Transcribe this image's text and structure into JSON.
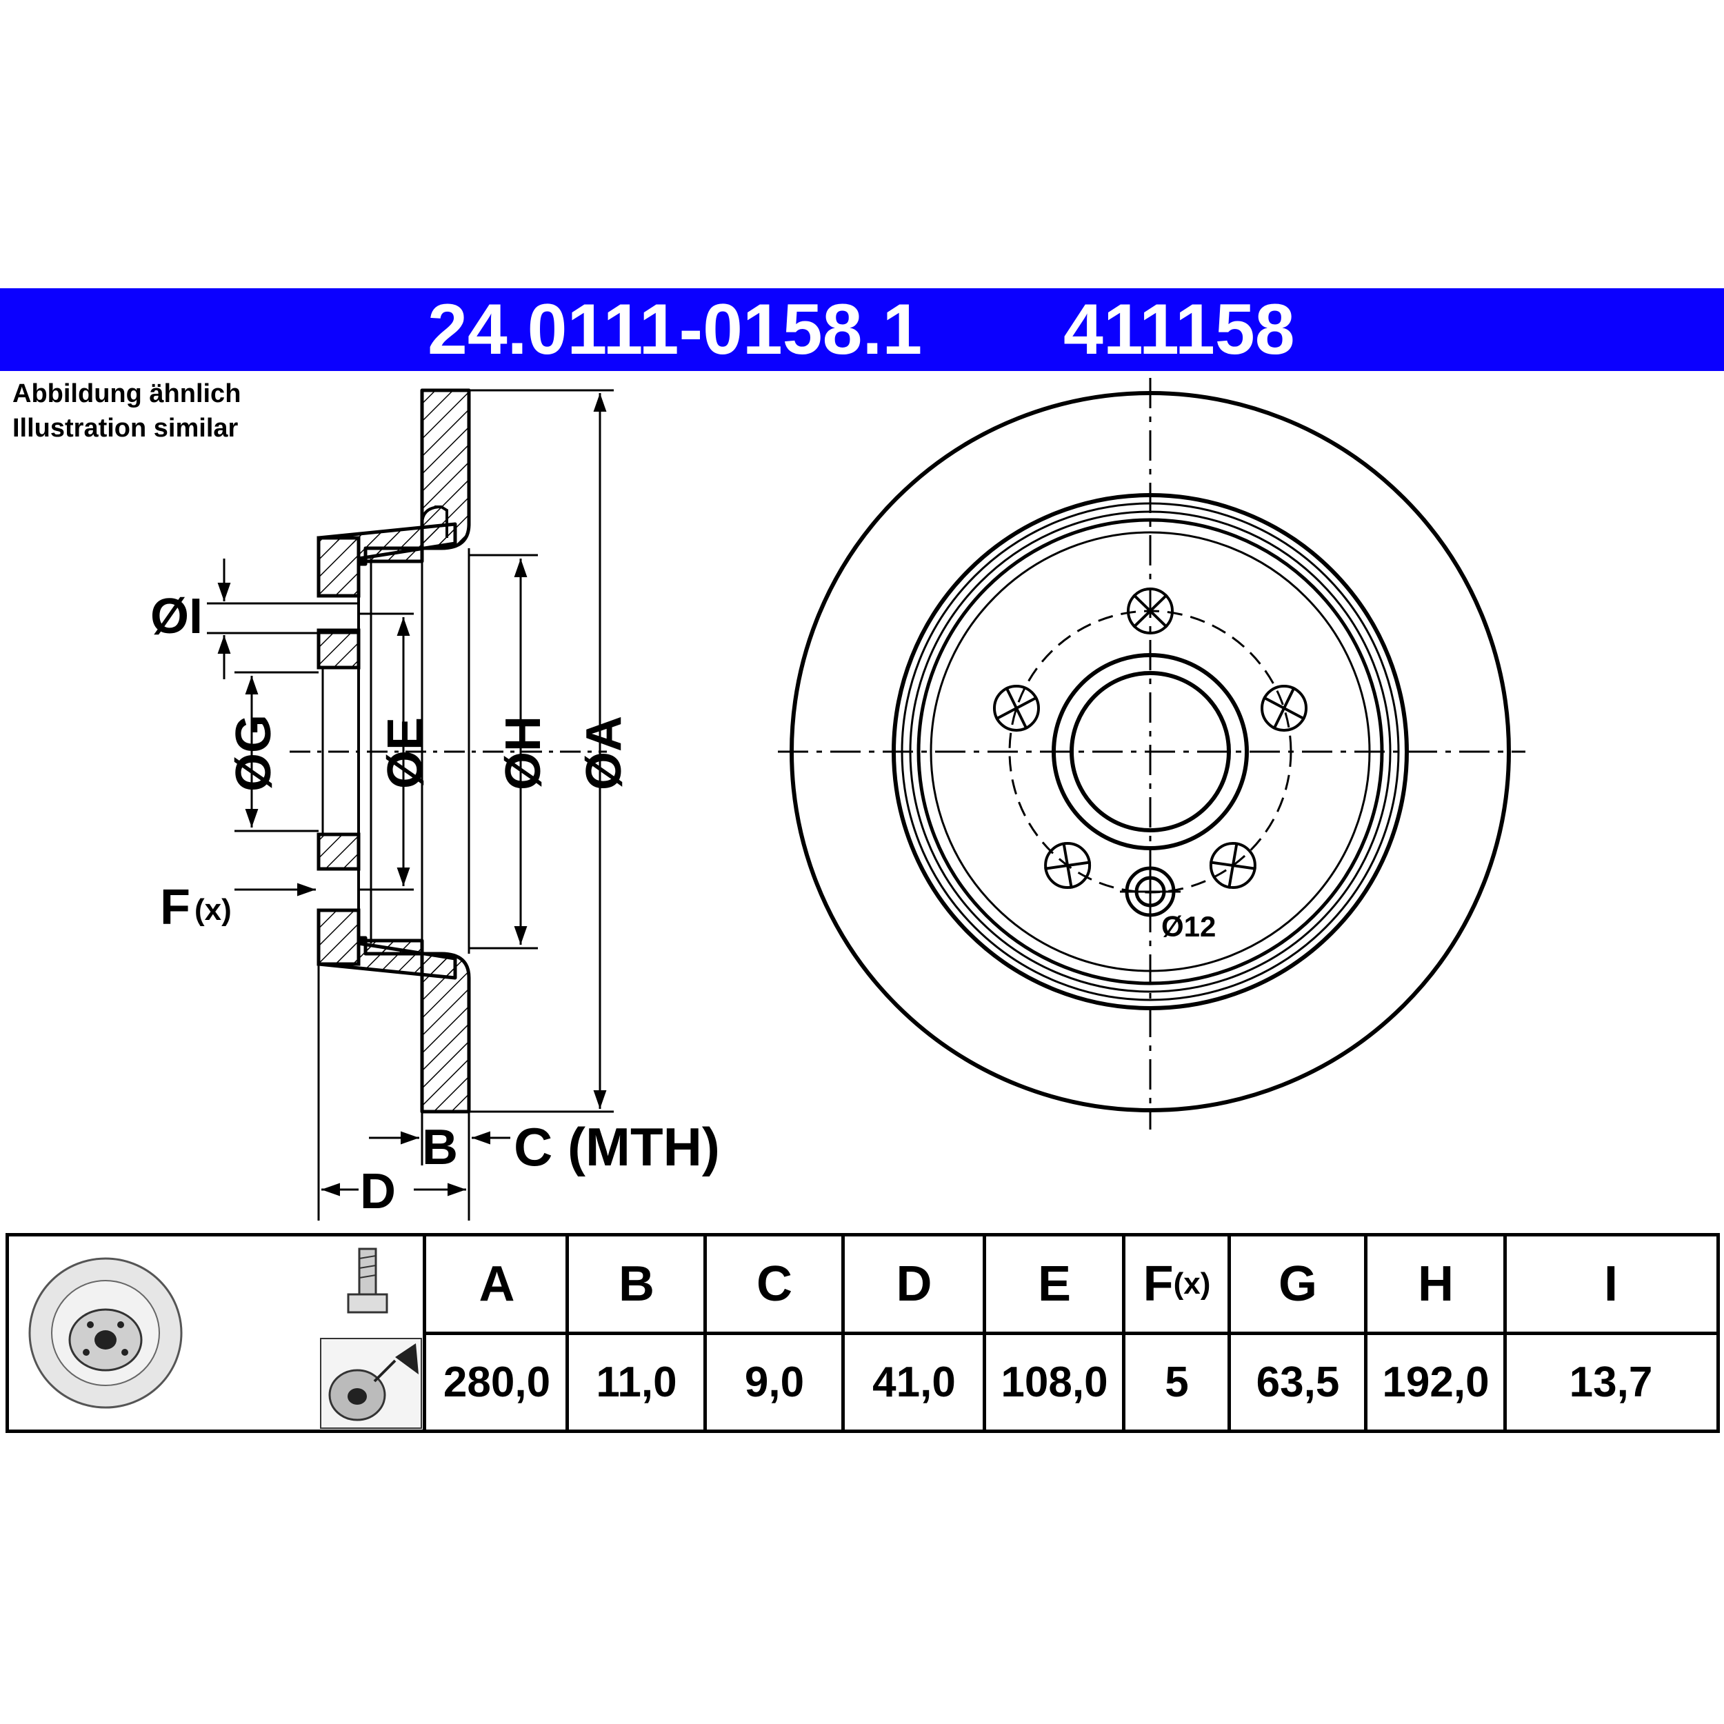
{
  "header": {
    "part_number": "24.0111-0158.1",
    "reference_number": "411158",
    "color": "#0b00ff"
  },
  "notes": {
    "de": "Abbildung ähnlich",
    "en": "Illustration similar"
  },
  "drawing_labels": {
    "dia_i": "ØI",
    "dia_g": "ØG",
    "dia_e": "ØE",
    "dia_h": "ØH",
    "dia_a": "ØA",
    "f_letter": "F",
    "f_suffix": "(x)",
    "b": "B",
    "c_mth": "C (MTH)",
    "d": "D",
    "bolt_hole": "Ø12"
  },
  "spec_table": {
    "columns": [
      {
        "header": "A",
        "value": "280,0"
      },
      {
        "header": "B",
        "value": "11,0"
      },
      {
        "header": "C",
        "value": "9,0"
      },
      {
        "header": "D",
        "value": "41,0"
      },
      {
        "header": "E",
        "value": "108,0"
      },
      {
        "header": "F",
        "header_suffix": "(x)",
        "value": "5"
      },
      {
        "header": "G",
        "value": "63,5"
      },
      {
        "header": "H",
        "value": "192,0"
      },
      {
        "header": "I",
        "value": "13,7"
      }
    ]
  },
  "icons": [
    "brake-disc-icon",
    "bolt-icon",
    "grease-disc-icon"
  ]
}
